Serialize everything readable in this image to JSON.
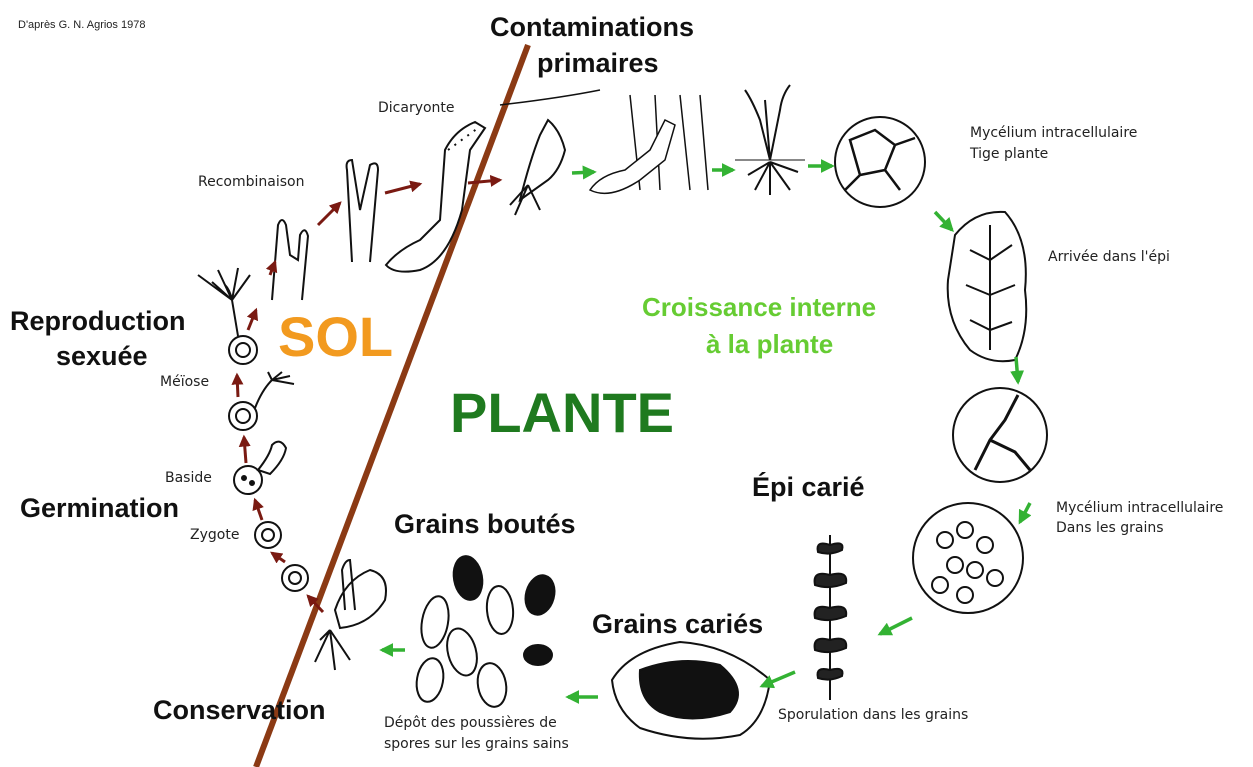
{
  "credit": "D'après G. N. Agrios 1978",
  "zones": {
    "soil": {
      "label": "SOL",
      "color": "#f29a1f"
    },
    "plant": {
      "label": "PLANTE",
      "color": "#1f7a1f"
    }
  },
  "internal_growth": {
    "line1": "Croissance interne",
    "line2": "à la plante",
    "color": "#66cc33"
  },
  "stages": {
    "primary_contaminations": {
      "line1": "Contaminations",
      "line2": "primaires"
    },
    "sexual_reproduction": {
      "line1": "Reproduction",
      "line2": "sexuée"
    },
    "germination": "Germination",
    "conservation": "Conservation",
    "dehulled_grains": "Grains boutés",
    "bunted_grains": "Grains cariés",
    "bunted_ear": "Épi carié"
  },
  "notes": {
    "dikaryon": "Dicaryonte",
    "recombination": "Recombinaison",
    "meiosis": "Méïose",
    "basidium": "Baside",
    "zygote": "Zygote",
    "mycelium_stem": {
      "line1": "Mycélium intracellulaire",
      "line2": "Tige plante"
    },
    "arrival_ear": "Arrivée dans l'épi",
    "mycelium_grains": {
      "line1": "Mycélium intracellulaire",
      "line2": "Dans les grains"
    },
    "sporulation": "Sporulation dans les grains",
    "spore_deposit": {
      "line1": "Dépôt des poussières de",
      "line2": "spores sur les grains sains"
    }
  },
  "colors": {
    "divider": "#8b3a14",
    "soil_arrow": "#7a1a12",
    "plant_arrow": "#33b233"
  }
}
